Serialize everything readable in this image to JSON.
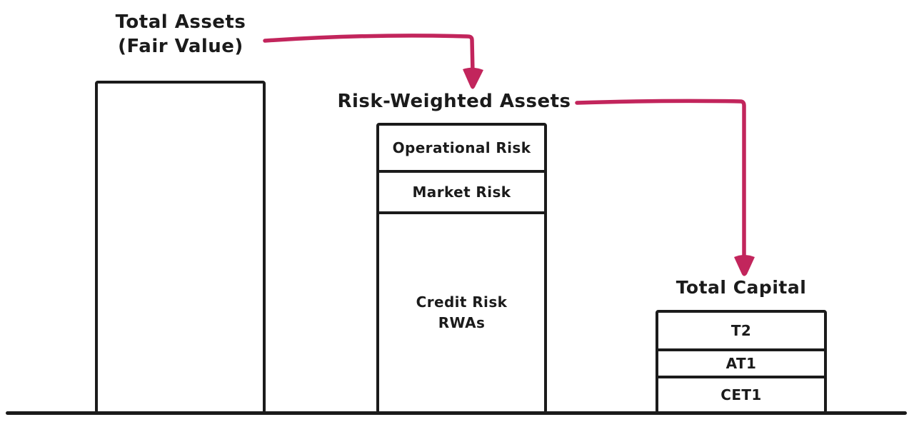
{
  "colors": {
    "ink": "#1b1b1b",
    "arrow": "#c2255c",
    "background": "#ffffff"
  },
  "annotations": {
    "total_assets": {
      "line1": "Total Assets",
      "line2": "(Fair Value)"
    },
    "rwa": "Risk-Weighted Assets",
    "total_capital": "Total Capital"
  },
  "bars": {
    "rwa": {
      "segments": [
        {
          "label": "Operational Risk"
        },
        {
          "label": "Market Risk"
        },
        {
          "label": "Credit Risk",
          "label2": "RWAs"
        }
      ]
    },
    "total_capital": {
      "segments": [
        {
          "label": "T2"
        },
        {
          "label": "AT1"
        },
        {
          "label": "CET1"
        }
      ]
    }
  }
}
